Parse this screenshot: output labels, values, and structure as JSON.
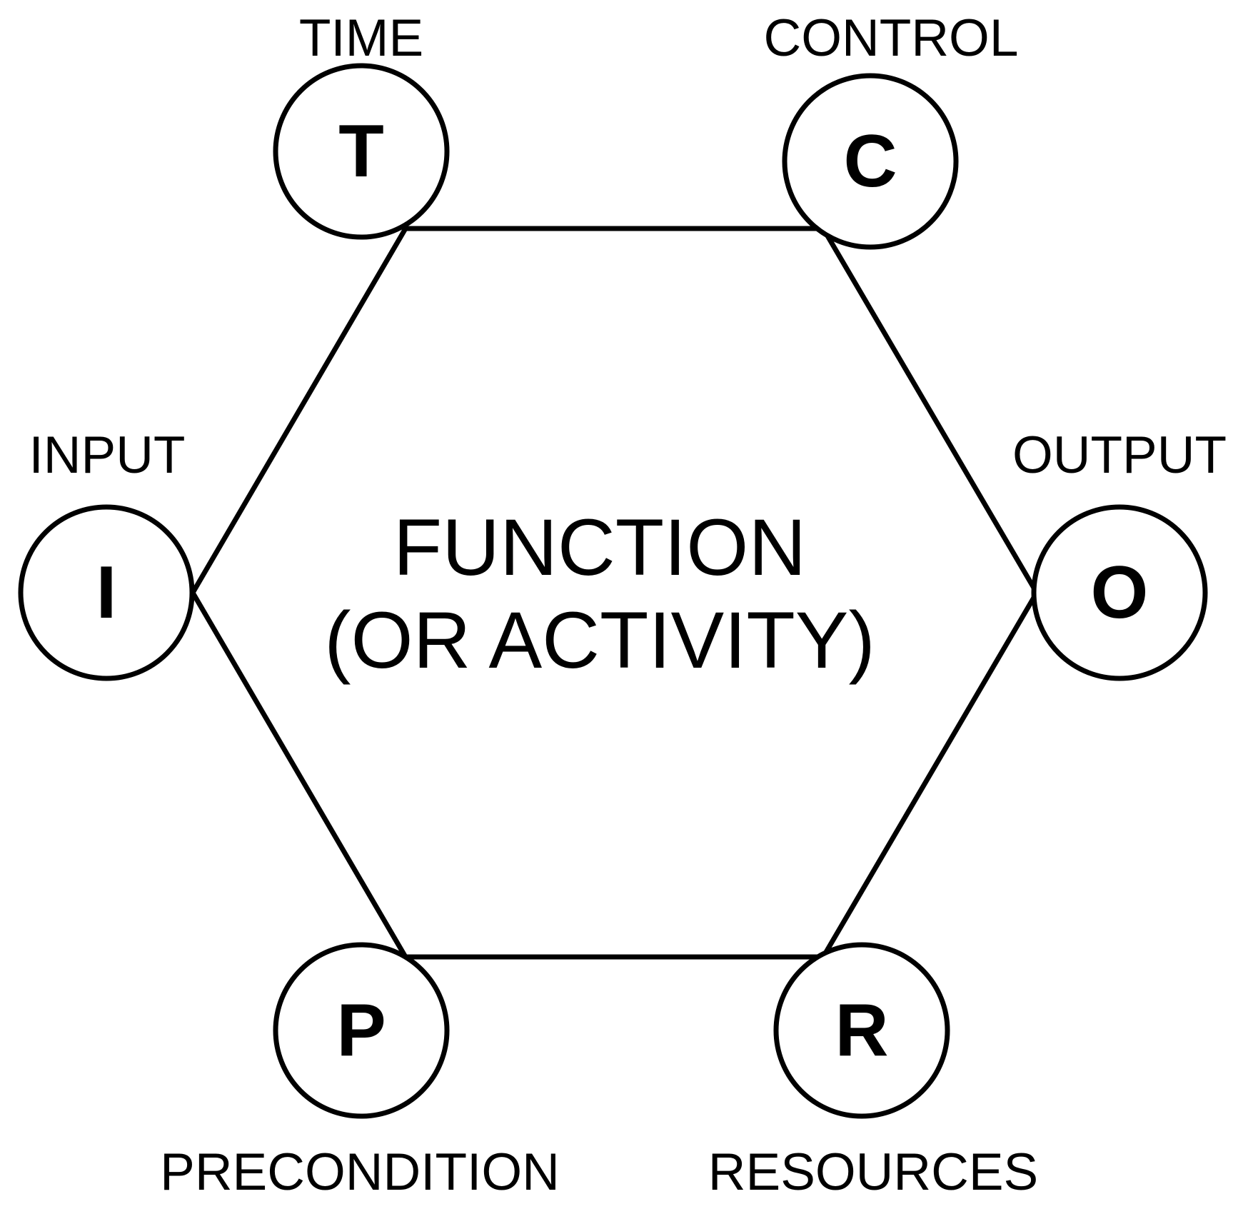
{
  "center": {
    "line1": "FUNCTION",
    "line2": "(OR ACTIVITY)"
  },
  "aspects": {
    "time": {
      "letter": "T",
      "label": "TIME"
    },
    "control": {
      "letter": "C",
      "label": "CONTROL"
    },
    "input": {
      "letter": "I",
      "label": "INPUT"
    },
    "output": {
      "letter": "O",
      "label": "OUTPUT"
    },
    "precondition": {
      "letter": "P",
      "label": "PRECONDITION"
    },
    "resources": {
      "letter": "R",
      "label": "RESOURCES"
    }
  }
}
